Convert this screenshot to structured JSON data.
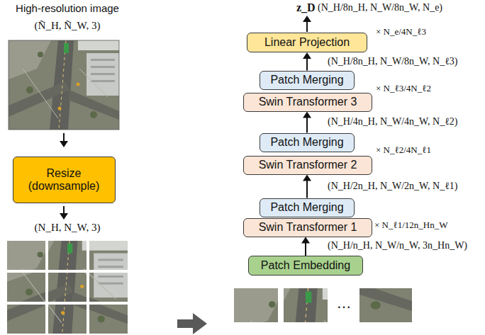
{
  "diagram": {
    "nodes": [
      {
        "text": [
          "Resize (downsample)"
        ]
      },
      {
        "text": [
          "Patch Embedding"
        ]
      },
      {
        "text": [
          "Swin Transformer 1"
        ]
      },
      {
        "text": [
          "Patch Merging"
        ]
      },
      {
        "text": [
          "Swin Transformer 2"
        ]
      },
      {
        "text": [
          "Patch Merging"
        ]
      },
      {
        "text": [
          "Swin Transformer 3"
        ]
      },
      {
        "text": [
          "Patch Merging"
        ]
      },
      {
        "text": [
          "Linear Projection"
        ]
      }
    ],
    "edges": [
      {
        "from": 1,
        "to": 2,
        "arrow": "to",
        "label": "(N_H/n_H, N_W/n_W, 3n_Hn_W)"
      },
      {
        "from": 3,
        "to": 4,
        "arrow": "to",
        "label": "(N_H/2n_H, N_W/2n_W, N_ℓ1)"
      },
      {
        "from": 5,
        "to": 6,
        "arrow": "to",
        "label": "(N_H/4n_H, N_W/4n_W, N_ℓ2)"
      },
      {
        "from": 7,
        "to": 8,
        "arrow": "to",
        "label": "(N_H/8n_H, N_W/8n_W, N_ℓ3)"
      }
    ],
    "labels": [
      "High-resolution image",
      "(Ñ_H, Ñ_W, 3)",
      "(N_H, N_W, 3)",
      "z_D",
      "(N_H/8n_H, N_W/8n_W, N_e)",
      "× N_ℓ1/12n_Hn_W",
      "× N_ℓ2/4N_ℓ1",
      "× N_ℓ3/4N_ℓ2",
      "× N_e/4N_ℓ3",
      "…"
    ]
  }
}
